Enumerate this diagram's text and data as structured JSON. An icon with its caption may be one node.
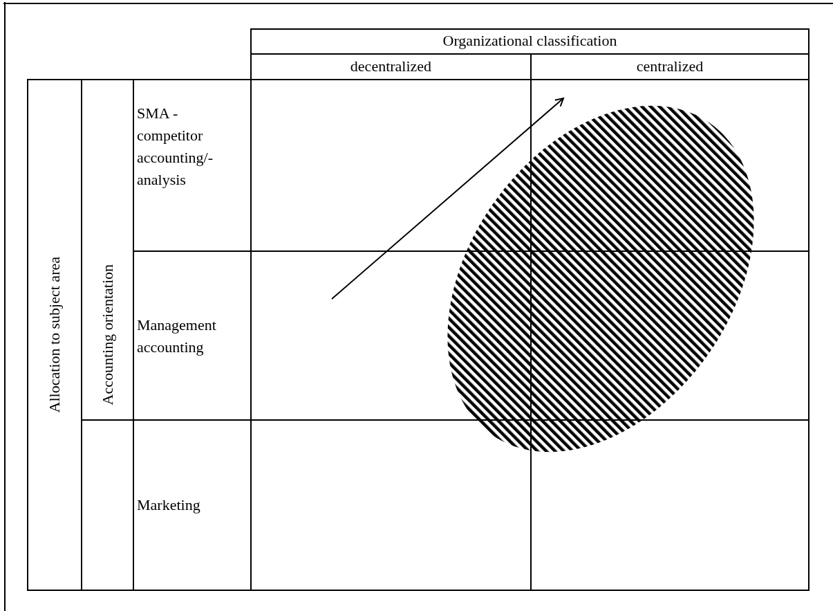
{
  "diagram": {
    "nodes": [
      {
        "text": [],
        "shape": "ellipse"
      }
    ],
    "labels": [
      "Organizational classification",
      "decentralized",
      "centralized",
      "Allocation to subject area",
      "Accounting orientation",
      "SMA - competitor accounting/-analysis",
      "Management accounting",
      "Marketing"
    ]
  }
}
